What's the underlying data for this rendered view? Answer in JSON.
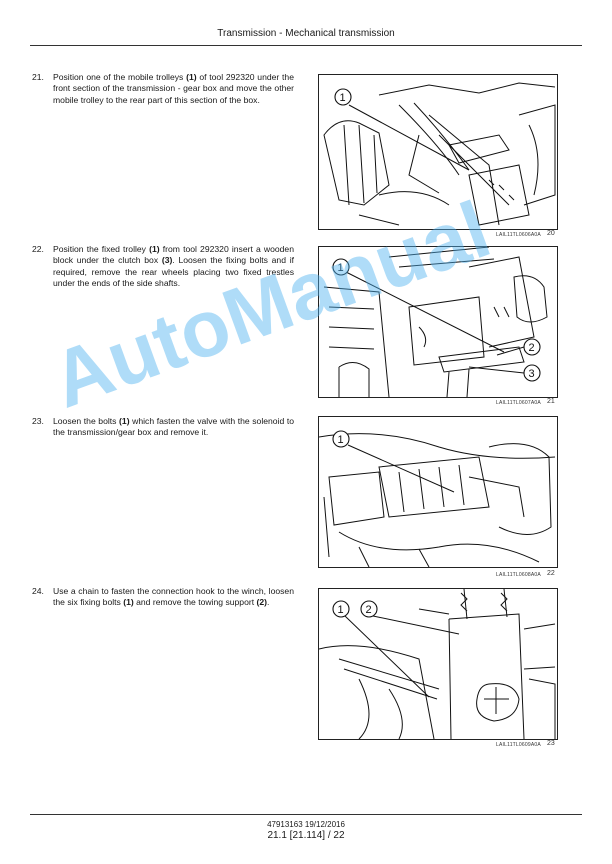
{
  "header": {
    "title": "Transmission - Mechanical transmission"
  },
  "steps": [
    {
      "number": "21.",
      "parts": [
        "Position one of the mobile trolleys ",
        "(1)",
        " of tool 292320 under the front section of the transmission - gear box and move the other mobile trolley to the rear part of this section of the box."
      ],
      "figure": {
        "ref": "LAIL11TL0606A0A",
        "number": "20",
        "callouts": [
          "1"
        ]
      }
    },
    {
      "number": "22.",
      "parts": [
        "Position the fixed trolley ",
        "(1)",
        " from tool 292320 insert a wooden block under the clutch box ",
        "(3)",
        ".  Loosen the fixing bolts and if required, remove the rear wheels placing two fixed trestles under the ends of the side shafts."
      ],
      "figure": {
        "ref": "LAIL11TL0607A0A",
        "number": "21",
        "callouts": [
          "1",
          "2",
          "3"
        ]
      }
    },
    {
      "number": "23.",
      "parts": [
        "Loosen the bolts ",
        "(1)",
        " which fasten the valve with the solenoid to the transmission/gear box and remove it."
      ],
      "figure": {
        "ref": "LAIL11TL0608A0A",
        "number": "22",
        "callouts": [
          "1"
        ]
      }
    },
    {
      "number": "24.",
      "parts": [
        "Use a chain to fasten the connection hook to the winch, loosen the six fixing bolts ",
        "(1)",
        " and remove the towing support ",
        "(2)",
        "."
      ],
      "figure": {
        "ref": "LAIL11TL0609A0A",
        "number": "23",
        "callouts": [
          "1",
          "2"
        ]
      }
    }
  ],
  "footer": {
    "doc": "47913163 19/12/2016",
    "page": "21.1 [21.114] / 22"
  },
  "watermark": "AutoManual",
  "colors": {
    "watermark": "#4fb3f0",
    "rule": "#333333"
  }
}
